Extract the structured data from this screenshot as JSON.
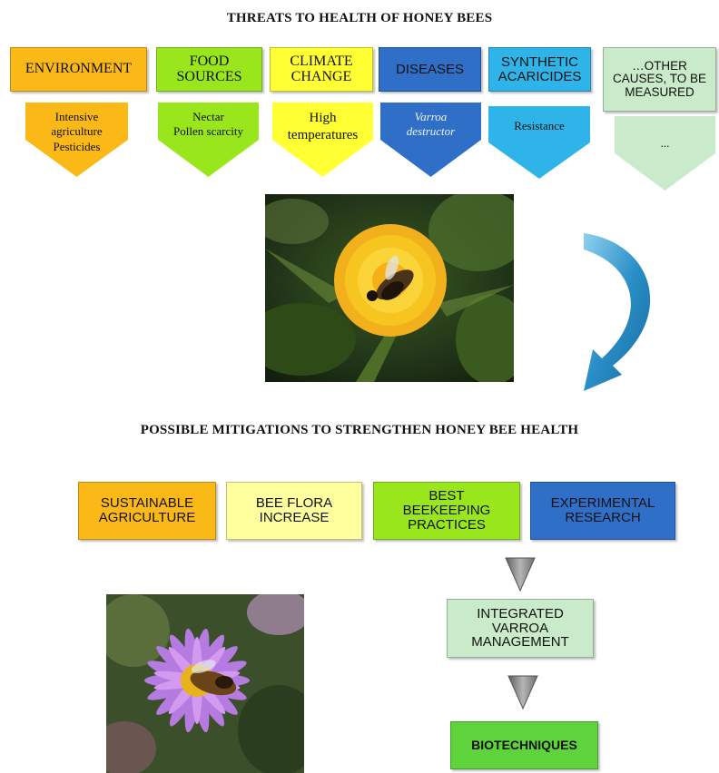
{
  "title_top": "THREATS TO HEALTH OF HONEY BEES",
  "title_mid": "POSSIBLE MITIGATIONS TO STRENGTHEN HONEY BEE HEALTH",
  "colors": {
    "orange": "#fbb917",
    "lime": "#99e61c",
    "yellow": "#ffff33",
    "blue_dark": "#2f6fc8",
    "blue_light": "#2fb4ea",
    "mint": "#c9ebc9",
    "pale_yellow": "#ffff9e",
    "green": "#5fd33b",
    "triangle": "#8a8a8a"
  },
  "threats": [
    {
      "header": [
        "ENVIRONMENT"
      ],
      "items": [
        "Intensive",
        "agriculture",
        "Pesticides"
      ]
    },
    {
      "header": [
        "FOOD",
        "SOURCES"
      ],
      "items": [
        "Nectar",
        "Pollen scarcity"
      ]
    },
    {
      "header": [
        "CLIMATE",
        "CHANGE"
      ],
      "items": [
        "High",
        "temperatures"
      ]
    },
    {
      "header": [
        "DISEASES"
      ],
      "items": [
        "Varroa",
        "destructor"
      ]
    },
    {
      "header": [
        "SYNTHETIC",
        "ACARICIDES"
      ],
      "items": [
        "Resistance"
      ]
    },
    {
      "header": [
        "…OTHER",
        "CAUSES, TO BE",
        "MEASURED"
      ],
      "items": [
        "..."
      ]
    }
  ],
  "mitigations": [
    {
      "label": [
        "SUSTAINABLE",
        "AGRICULTURE"
      ]
    },
    {
      "label": [
        "BEE FLORA",
        "INCREASE"
      ]
    },
    {
      "label": [
        "BEST",
        "BEEKEEPING",
        "PRACTICES"
      ]
    },
    {
      "label": [
        "EXPERIMENTAL",
        "RESEARCH"
      ]
    }
  ],
  "flow": {
    "ivm": [
      "INTEGRATED",
      "VARROA",
      "MANAGEMENT"
    ],
    "bio": "BIOTECHNIQUES"
  },
  "icons": [
    "curved-arrow-icon",
    "down-triangle-icon"
  ]
}
